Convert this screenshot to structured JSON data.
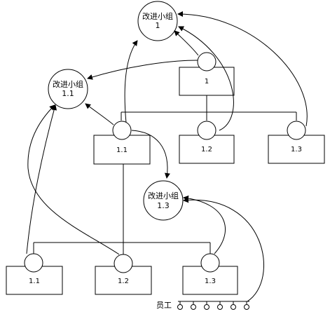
{
  "teams": {
    "t1": {
      "line1": "改进小组",
      "line2": "1"
    },
    "t11": {
      "line1": "改进小组",
      "line2": "1.1"
    },
    "t13": {
      "line1": "改进小组",
      "line2": "1.3"
    }
  },
  "units": {
    "u1": "1",
    "u11": "1.1",
    "u12": "1.2",
    "u13": "1.3",
    "b11": "1.1",
    "b12": "1.2",
    "b13": "1.3"
  },
  "employees": {
    "label": "员工",
    "count": 6
  }
}
